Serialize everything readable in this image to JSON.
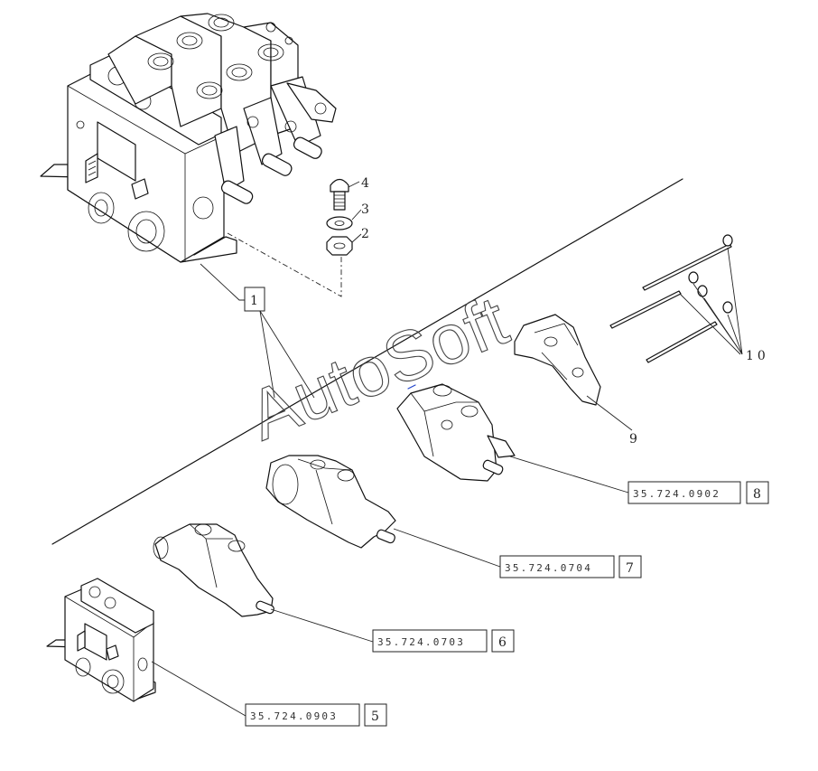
{
  "watermark": "AutoSoft",
  "callouts": [
    {
      "id": "1",
      "code": ""
    },
    {
      "id": "2",
      "code": ""
    },
    {
      "id": "3",
      "code": ""
    },
    {
      "id": "4",
      "code": ""
    },
    {
      "id": "5",
      "code": "35.724.0903"
    },
    {
      "id": "6",
      "code": "35.724.0703"
    },
    {
      "id": "7",
      "code": "35.724.0704"
    },
    {
      "id": "8",
      "code": "35.724.0902"
    },
    {
      "id": "9",
      "code": ""
    },
    {
      "id": "10",
      "code": ""
    }
  ],
  "colors": {
    "ink": "#111111",
    "background": "#ffffff",
    "accent_mark": "#2244cc"
  }
}
